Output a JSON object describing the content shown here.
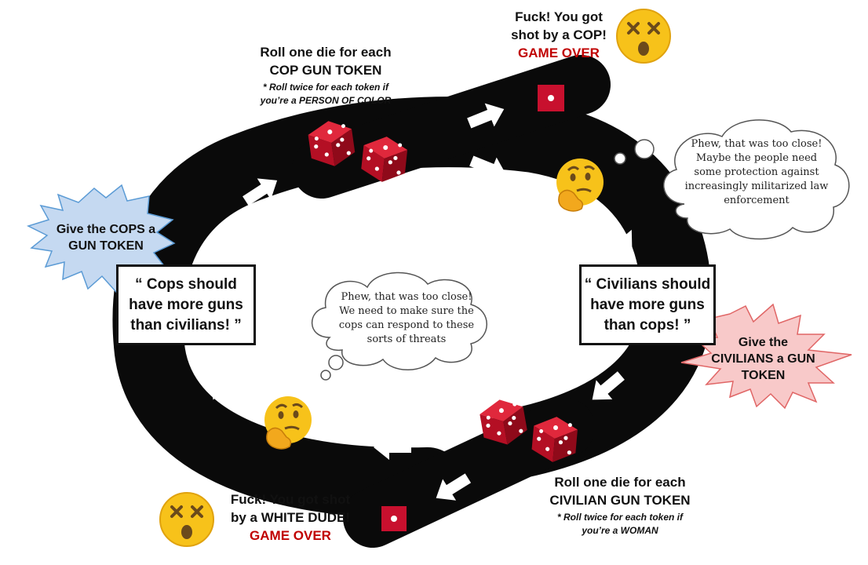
{
  "top_roll": {
    "line1": "Roll one die for each",
    "line2": "COP GUN TOKEN",
    "note1": "* Roll twice for each token if",
    "note2": "you’re a PERSON OF COLOR"
  },
  "top_death": {
    "line1": "Fuck! You got",
    "line2": "shot by a COP!",
    "game_over": "GAME OVER"
  },
  "bottom_roll": {
    "line1": "Roll one die for each",
    "line2": "CIVILIAN GUN TOKEN",
    "note1": "* Roll twice for each token if",
    "note2": "you’re a WOMAN"
  },
  "bottom_death": {
    "line1": "Fuck! You got shot",
    "line2": "by a WHITE DUDE!",
    "game_over": "GAME OVER"
  },
  "left_quote": {
    "line1": "“ Cops should",
    "line2": "have more guns",
    "line3": "than civilians! ”"
  },
  "right_quote": {
    "line1": "“ Civilians should",
    "line2": "have more guns",
    "line3": "than cops! ”"
  },
  "cops_burst": {
    "line1": "Give the COPS a",
    "line2": "GUN TOKEN",
    "fill": "#c5d9f1",
    "stroke": "#5b9bd5"
  },
  "civilians_burst": {
    "line1": "Give the",
    "line2": "CIVILIANS a GUN",
    "line3": "TOKEN",
    "fill": "#f8c9c9",
    "stroke": "#e06666"
  },
  "center_thought": {
    "line1": "Phew, that was too close!",
    "line2": "We need to make sure the",
    "line3": "cops can respond to these",
    "line4": "sorts of threats"
  },
  "right_thought": {
    "line1": "Phew, that was too close!",
    "line2": "Maybe the people need",
    "line3": "some protection against",
    "line4": "increasingly militarized law",
    "line5": "enforcement"
  },
  "colors": {
    "track": "#0a0a0a",
    "arrow": "#ffffff",
    "die": "#c8102e",
    "game_over": "#c00000",
    "emoji": "#f7c21a"
  },
  "icons": [
    "die-icon",
    "thinking-face-icon",
    "dizzy-face-icon",
    "square-marker-icon",
    "arrow-icon"
  ]
}
